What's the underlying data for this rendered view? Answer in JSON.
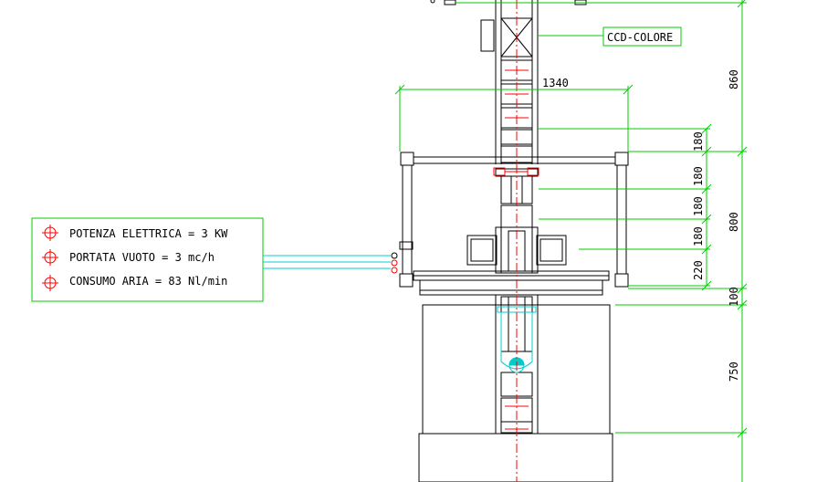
{
  "labels": {
    "ccd": "CCD-COLORE",
    "width_dim": "1340"
  },
  "specs": [
    {
      "text": "POTENZA ELETTRICA = 3 KW"
    },
    {
      "text": "PORTATA VUOTO = 3 mc/h"
    },
    {
      "text": "CONSUMO ARIA = 83 Nl/min"
    }
  ],
  "dims_inner": [
    "180",
    "180",
    "180",
    "180",
    "220"
  ],
  "dims_outer": [
    "860",
    "800",
    "100",
    "750"
  ],
  "colors": {
    "outline": "#000000",
    "dimension": "#00cc00",
    "centerline": "#ff0000",
    "air_line": "#00cccc"
  }
}
